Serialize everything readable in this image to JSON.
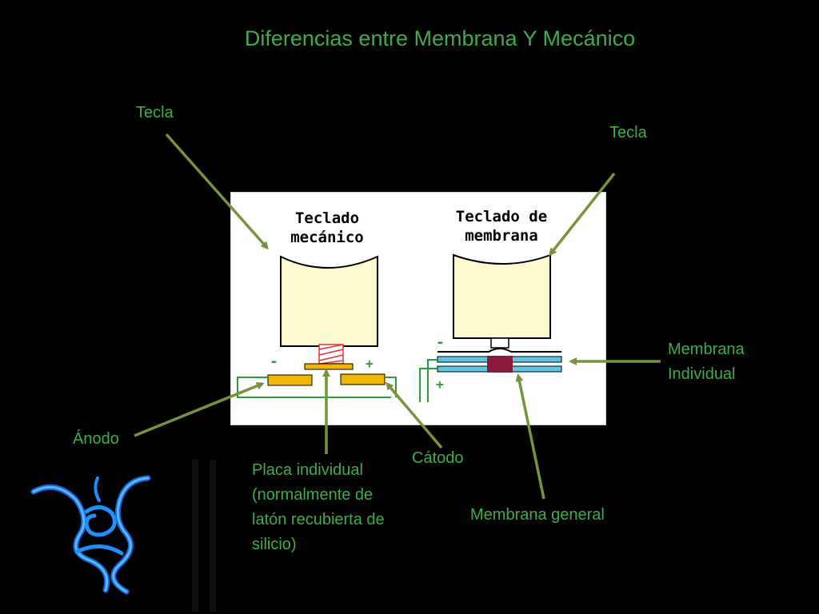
{
  "title": "Diferencias entre Membrana Y Mecánico",
  "labels": {
    "tecla_left": "Tecla",
    "tecla_right": "Tecla",
    "membrana_individual": [
      "Membrana",
      "Individual"
    ],
    "anodo": "Ánodo",
    "catodo": "Cátodo",
    "placa": [
      "Placa individual",
      "(normalmente de",
      "latón recubierta de",
      "silicio)"
    ],
    "membrana_general": "Membrana general"
  },
  "diagram": {
    "mechanical_title": [
      "Teclado",
      "mecánico"
    ],
    "membrane_title": [
      "Teclado de",
      "membrana"
    ],
    "minus": "-",
    "plus": "+"
  },
  "colors": {
    "accent_green": "#3fae49",
    "arrow_green": "#77933c",
    "key_fill": "#fffbd0",
    "plate_fill": "#f2b700",
    "membrane_blue": "#5bc7e6",
    "contact_red": "#8b1a3a",
    "logo_blue": "#1e8fff"
  },
  "icons": {
    "logo": "razer-snake-logo"
  }
}
